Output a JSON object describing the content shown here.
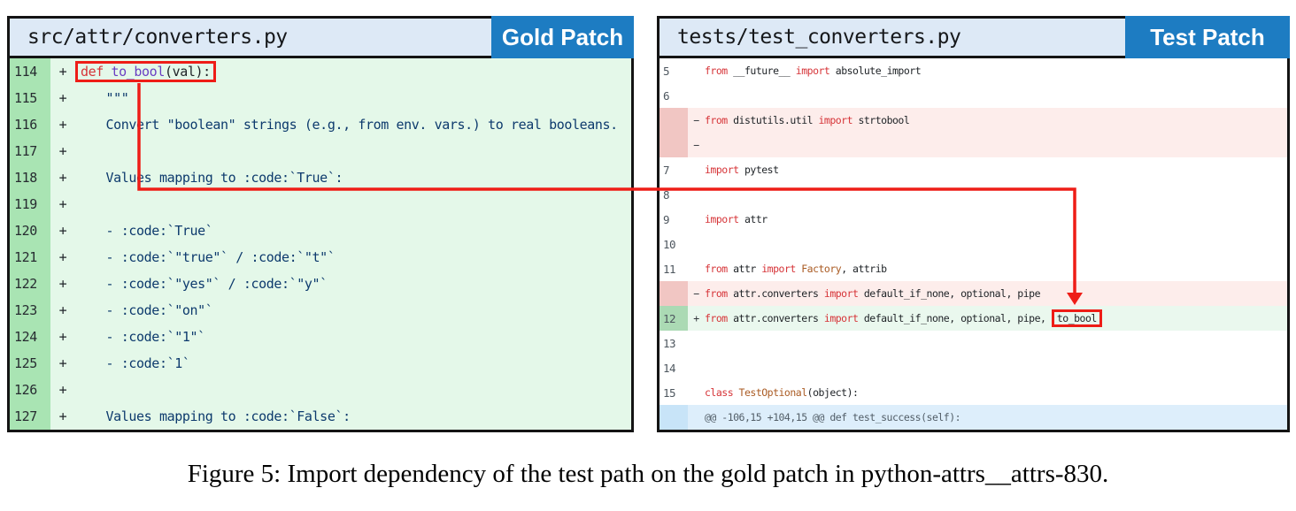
{
  "figure": {
    "caption": "Figure 5: Import dependency of the test path on the gold patch in python-attrs__attrs-830."
  },
  "colors": {
    "badge_blue": "#1d7cc2",
    "header_bg": "#dde9f6",
    "added_row_green": "#e4f8e9",
    "added_gutter_green": "#a9e4b3",
    "deleted_row_pink": "#fdedeb",
    "hunk_row_blue": "#ddeefb",
    "keyword_red": "#d63438",
    "docstring_navy": "#0d3a6d",
    "function_purple": "#6a3fc3",
    "class_orange": "#aa5b23",
    "arrow_red": "#ee1d17"
  },
  "gold_panel": {
    "filename": "src/attr/converters.py",
    "badge": "Gold Patch",
    "lines": [
      {
        "num": "114",
        "sign": "+",
        "boxed": true,
        "segments": [
          {
            "t": "def ",
            "c": "kw"
          },
          {
            "t": "to_bool",
            "c": "fn"
          },
          {
            "t": "(val):",
            "c": "pl"
          }
        ]
      },
      {
        "num": "115",
        "sign": "+",
        "segments": [
          {
            "t": "    \"\"\"",
            "c": "st"
          }
        ]
      },
      {
        "num": "116",
        "sign": "+",
        "segments": [
          {
            "t": "    Convert \"boolean\" strings (e.g., from env. vars.) to real booleans.",
            "c": "st"
          }
        ]
      },
      {
        "num": "117",
        "sign": "+",
        "segments": []
      },
      {
        "num": "118",
        "sign": "+",
        "segments": [
          {
            "t": "    Values mapping to :code:`True`:",
            "c": "st"
          }
        ]
      },
      {
        "num": "119",
        "sign": "+",
        "segments": []
      },
      {
        "num": "120",
        "sign": "+",
        "segments": [
          {
            "t": "    - :code:`True`",
            "c": "st"
          }
        ]
      },
      {
        "num": "121",
        "sign": "+",
        "segments": [
          {
            "t": "    - :code:`\"true\"` / :code:`\"t\"`",
            "c": "st"
          }
        ]
      },
      {
        "num": "122",
        "sign": "+",
        "segments": [
          {
            "t": "    - :code:`\"yes\"` / :code:`\"y\"`",
            "c": "st"
          }
        ]
      },
      {
        "num": "123",
        "sign": "+",
        "segments": [
          {
            "t": "    - :code:`\"on\"`",
            "c": "st"
          }
        ]
      },
      {
        "num": "124",
        "sign": "+",
        "segments": [
          {
            "t": "    - :code:`\"1\"`",
            "c": "st"
          }
        ]
      },
      {
        "num": "125",
        "sign": "+",
        "segments": [
          {
            "t": "    - :code:`1`",
            "c": "st"
          }
        ]
      },
      {
        "num": "126",
        "sign": "+",
        "segments": []
      },
      {
        "num": "127",
        "sign": "+",
        "segments": [
          {
            "t": "    Values mapping to :code:`False`:",
            "c": "st"
          }
        ]
      }
    ]
  },
  "test_panel": {
    "filename": "tests/test_converters.py",
    "badge": "Test Patch",
    "lines": [
      {
        "num": "5",
        "segments": [
          {
            "t": "from ",
            "c": "kw"
          },
          {
            "t": "__future__ ",
            "c": "pl"
          },
          {
            "t": "import ",
            "c": "kw"
          },
          {
            "t": "absolute_import",
            "c": "pl"
          }
        ]
      },
      {
        "num": "6",
        "segments": []
      },
      {
        "sign": "−",
        "bg": "del",
        "segments": [
          {
            "t": "from ",
            "c": "kw"
          },
          {
            "t": "distutils.util ",
            "c": "pl"
          },
          {
            "t": "import ",
            "c": "kw"
          },
          {
            "t": "strtobool",
            "c": "pl"
          }
        ]
      },
      {
        "sign": "−",
        "bg": "del",
        "segments": []
      },
      {
        "num": "7",
        "segments": [
          {
            "t": "import ",
            "c": "kw"
          },
          {
            "t": "pytest",
            "c": "pl"
          }
        ]
      },
      {
        "num": "8",
        "segments": []
      },
      {
        "num": "9",
        "segments": [
          {
            "t": "import ",
            "c": "kw"
          },
          {
            "t": "attr",
            "c": "pl"
          }
        ]
      },
      {
        "num": "10",
        "segments": []
      },
      {
        "num": "11",
        "segments": [
          {
            "t": "from ",
            "c": "kw"
          },
          {
            "t": "attr ",
            "c": "pl"
          },
          {
            "t": "import ",
            "c": "kw"
          },
          {
            "t": "Factory",
            "c": "cl"
          },
          {
            "t": ", attrib",
            "c": "pl"
          }
        ]
      },
      {
        "sign": "−",
        "bg": "del",
        "segments": [
          {
            "t": "from ",
            "c": "kw"
          },
          {
            "t": "attr.converters ",
            "c": "pl"
          },
          {
            "t": "import ",
            "c": "kw"
          },
          {
            "t": "default_if_none, optional, pipe",
            "c": "pl"
          }
        ]
      },
      {
        "num": "12",
        "sign": "+",
        "bg": "add",
        "segments": [
          {
            "t": "from ",
            "c": "kw"
          },
          {
            "t": "attr.converters ",
            "c": "pl"
          },
          {
            "t": "import ",
            "c": "kw"
          },
          {
            "t": "default_if_none, optional, pipe, ",
            "c": "pl"
          },
          {
            "t": "to_bool",
            "c": "pl",
            "box": true
          }
        ]
      },
      {
        "num": "13",
        "segments": []
      },
      {
        "num": "14",
        "segments": []
      },
      {
        "num": "15",
        "segments": [
          {
            "t": "class ",
            "c": "kw"
          },
          {
            "t": "TestOptional",
            "c": "cl"
          },
          {
            "t": "(object):",
            "c": "pl"
          }
        ]
      },
      {
        "bg": "hunk",
        "segments": [
          {
            "t": "@@ -106,15 +104,15 @@ def test_success(self):",
            "c": "hk"
          }
        ]
      }
    ]
  }
}
